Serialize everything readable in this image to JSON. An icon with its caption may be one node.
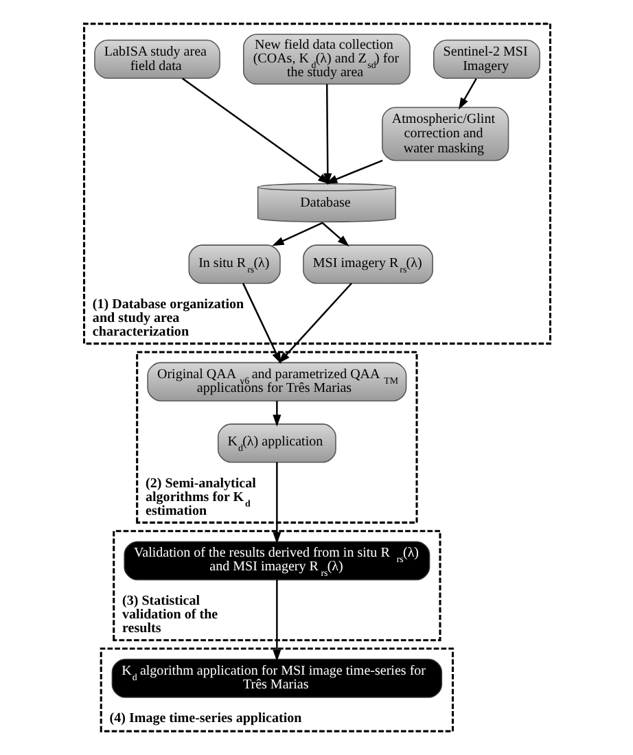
{
  "diagram": {
    "nodes": [
      {
        "text": [
          "(1) Database organization and study area characterization"
        ]
      },
      {
        "text": [
          "LabISA study area field data"
        ],
        "in": 0
      },
      {
        "text": [
          "New field data collection (COAs, K$_{d}$(λ) and Z$_{sd}$) for the study area"
        ],
        "in": 0
      },
      {
        "text": [
          "Sentinel-2 MSI Imagery"
        ],
        "in": 0
      },
      {
        "text": [
          "Atmospheric/Glint correction and water masking"
        ],
        "in": 0
      },
      {
        "text": [
          "Database"
        ],
        "in": 0
      },
      {
        "text": [
          "In situ R$_{rs}$(λ)"
        ],
        "in": 0
      },
      {
        "text": [
          "MSI imagery R$_{rs}$(λ)"
        ],
        "in": 0
      },
      {
        "text": [
          "(2) Semi-analytical algorithms for K$_{d}$ estimation"
        ]
      },
      {
        "text": [
          "Original QAA$_{v6}$ and parametrized QAA$_{TM}$ applications for Três Marias"
        ],
        "in": 8
      },
      {
        "text": [
          "K$_{d}$(λ) application"
        ],
        "in": 8
      },
      {
        "text": [
          "(3) Statistical validation of the results"
        ]
      },
      {
        "text": [
          "Validation of the results derived from in situ R$_{rs}$(λ) and MSI imagery R$_{rs}$(λ)"
        ],
        "in": 11
      },
      {
        "text": [
          "(4) Image time-series application"
        ]
      },
      {
        "text": [
          "K$_{d}$ algorithm application for MSI image time-series for Três Marias"
        ],
        "in": 13
      }
    ],
    "edges": [
      {
        "from": 1,
        "to": 5,
        "arrow": "to"
      },
      {
        "from": 2,
        "to": 5,
        "arrow": "to"
      },
      {
        "from": 3,
        "to": 4,
        "arrow": "to"
      },
      {
        "from": 4,
        "to": 5,
        "arrow": "to"
      },
      {
        "from": 5,
        "to": 6,
        "arrow": "to"
      },
      {
        "from": 5,
        "to": 7,
        "arrow": "to"
      },
      {
        "from": 6,
        "to": 9,
        "arrow": "to"
      },
      {
        "from": 7,
        "to": 9,
        "arrow": "to"
      },
      {
        "from": 9,
        "to": 10,
        "arrow": "to"
      },
      {
        "from": 10,
        "to": 12,
        "arrow": "to"
      },
      {
        "from": 12,
        "to": 14,
        "arrow": "to"
      }
    ]
  }
}
